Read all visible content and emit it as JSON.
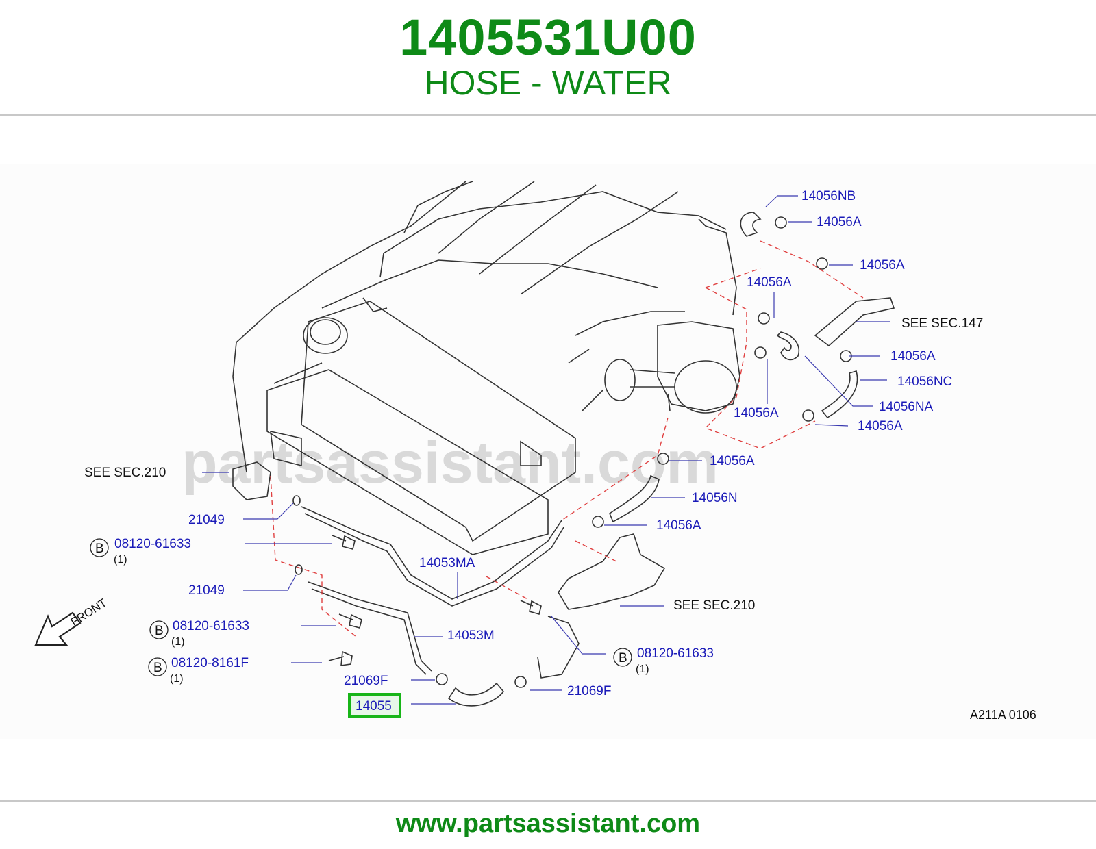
{
  "header": {
    "part_number": "1405531U00",
    "part_name": "HOSE - WATER"
  },
  "footer": {
    "url": "www.partsassistant.com"
  },
  "diagram": {
    "watermark": "partsassistant.com",
    "code": "A211A   0106",
    "front_label": "FRONT",
    "highlighted_part": "14055",
    "labels": {
      "p14056NB": "14056NB",
      "p14056A_1": "14056A",
      "p14056A_2": "14056A",
      "p14056A_3": "14056A",
      "see147": "SEE   SEC.147",
      "p14056A_4": "14056A",
      "p14056NC": "14056NC",
      "p14056NA": "14056NA",
      "p14056A_5": "14056A",
      "p14056A_6": "14056A",
      "p14056A_7": "14056A",
      "see210_left": "SEE   SEC.210",
      "p14056N": "14056N",
      "p14056A_8": "14056A",
      "p21049_1": "21049",
      "b1_part": "08120-61633",
      "b1_qty": "(1)",
      "p14053MA": "14053MA",
      "p21049_2": "21049",
      "see210_right": "SEE   SEC.210",
      "b2_part": "08120-61633",
      "b2_qty": "(1)",
      "p14053M": "14053M",
      "b3_part": "08120-61633",
      "b3_qty": "(1)",
      "b4_part": "08120-8161F",
      "b4_qty": "(1)",
      "p21069F_1": "21069F",
      "p21069F_2": "21069F",
      "b_symbol": "B"
    }
  }
}
